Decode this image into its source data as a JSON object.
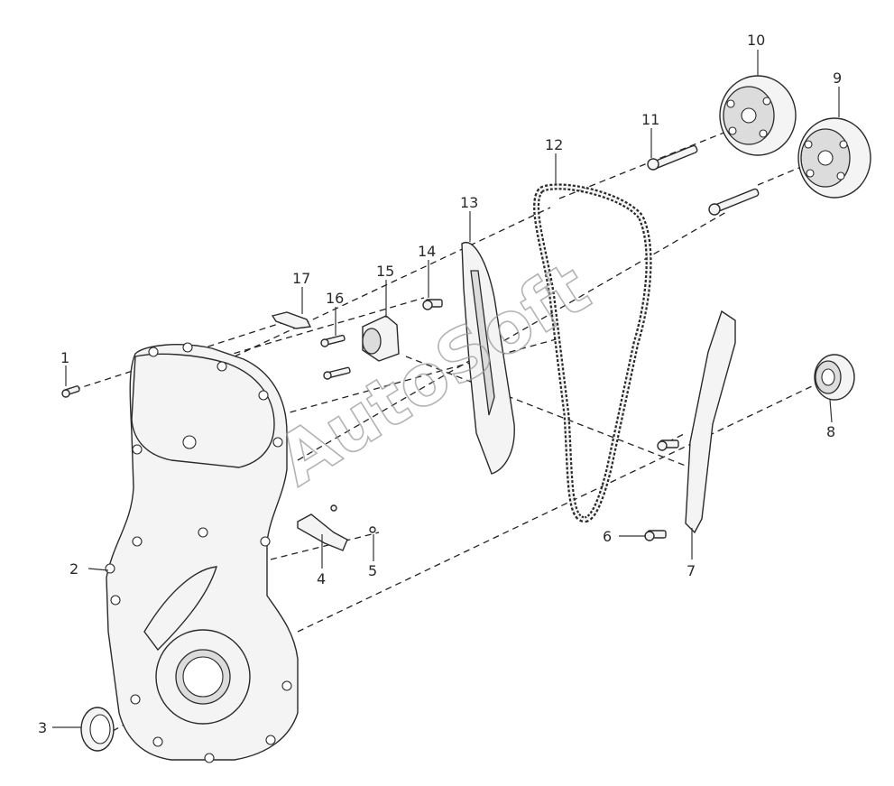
{
  "watermark": "AutoSoft",
  "callouts": [
    {
      "id": "1",
      "label": "1"
    },
    {
      "id": "2",
      "label": "2"
    },
    {
      "id": "3",
      "label": "3"
    },
    {
      "id": "4",
      "label": "4"
    },
    {
      "id": "5",
      "label": "5"
    },
    {
      "id": "6",
      "label": "6"
    },
    {
      "id": "7",
      "label": "7"
    },
    {
      "id": "8",
      "label": "8"
    },
    {
      "id": "9",
      "label": "9"
    },
    {
      "id": "10",
      "label": "10"
    },
    {
      "id": "11",
      "label": "11"
    },
    {
      "id": "12",
      "label": "12"
    },
    {
      "id": "13",
      "label": "13"
    },
    {
      "id": "14",
      "label": "14"
    },
    {
      "id": "15",
      "label": "15"
    },
    {
      "id": "16",
      "label": "16"
    },
    {
      "id": "17",
      "label": "17"
    }
  ],
  "colors": {
    "line": "#2a2a2a",
    "part_fill": "#f4f4f4",
    "watermark": "#9a9a9a"
  }
}
